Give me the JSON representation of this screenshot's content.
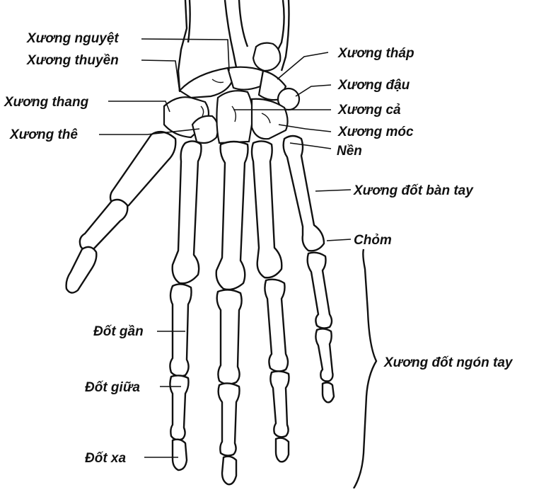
{
  "labels": {
    "lunate": "Xương nguyệt",
    "scaphoid": "Xương thuyền",
    "trapezium": "Xương thang",
    "trapezoid": "Xương thê",
    "triquetrum": "Xương tháp",
    "pisiform": "Xương đậu",
    "capitate": "Xương cả",
    "hamate": "Xương móc",
    "base": "Nền",
    "metacarpal": "Xương đốt bàn tay",
    "head": "Chỏm",
    "proximal_phalanx": "Đốt gần",
    "middle_phalanx": "Đốt giữa",
    "distal_phalanx": "Đốt xa",
    "phalanges": "Xương đốt ngón tay"
  }
}
